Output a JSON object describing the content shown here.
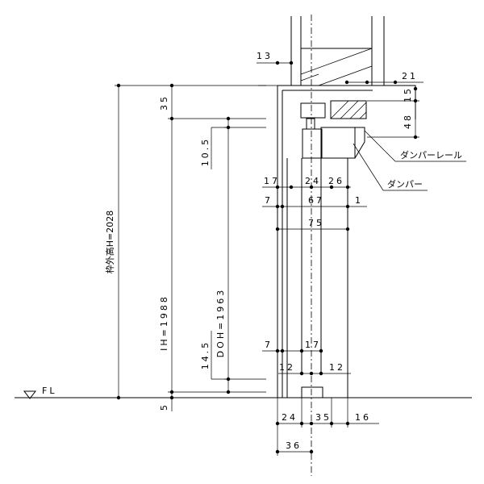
{
  "labels": {
    "fl": "FL",
    "frame_height": "枠外高H=2028",
    "ih": "IH=1988",
    "doh": "DOH=1963",
    "damper_rail": "ダンパーレール",
    "damper": "ダンパー"
  },
  "dims": {
    "d13": "13",
    "d21": "21",
    "d15": "15",
    "d48": "48",
    "d35_top": "35",
    "d10_5": "10.5",
    "d14_5": "14.5",
    "d5": "5",
    "d17_top": "17",
    "d24_top": "24",
    "d26": "26",
    "d7_a": "7",
    "d67": "67",
    "d1": "1",
    "d75": "75",
    "d7_b": "7",
    "d17_bot": "17",
    "d12_l": "12",
    "d12_r": "12",
    "d24_bot": "24",
    "d35_bot": "35",
    "d16": "16",
    "d36": "36"
  }
}
